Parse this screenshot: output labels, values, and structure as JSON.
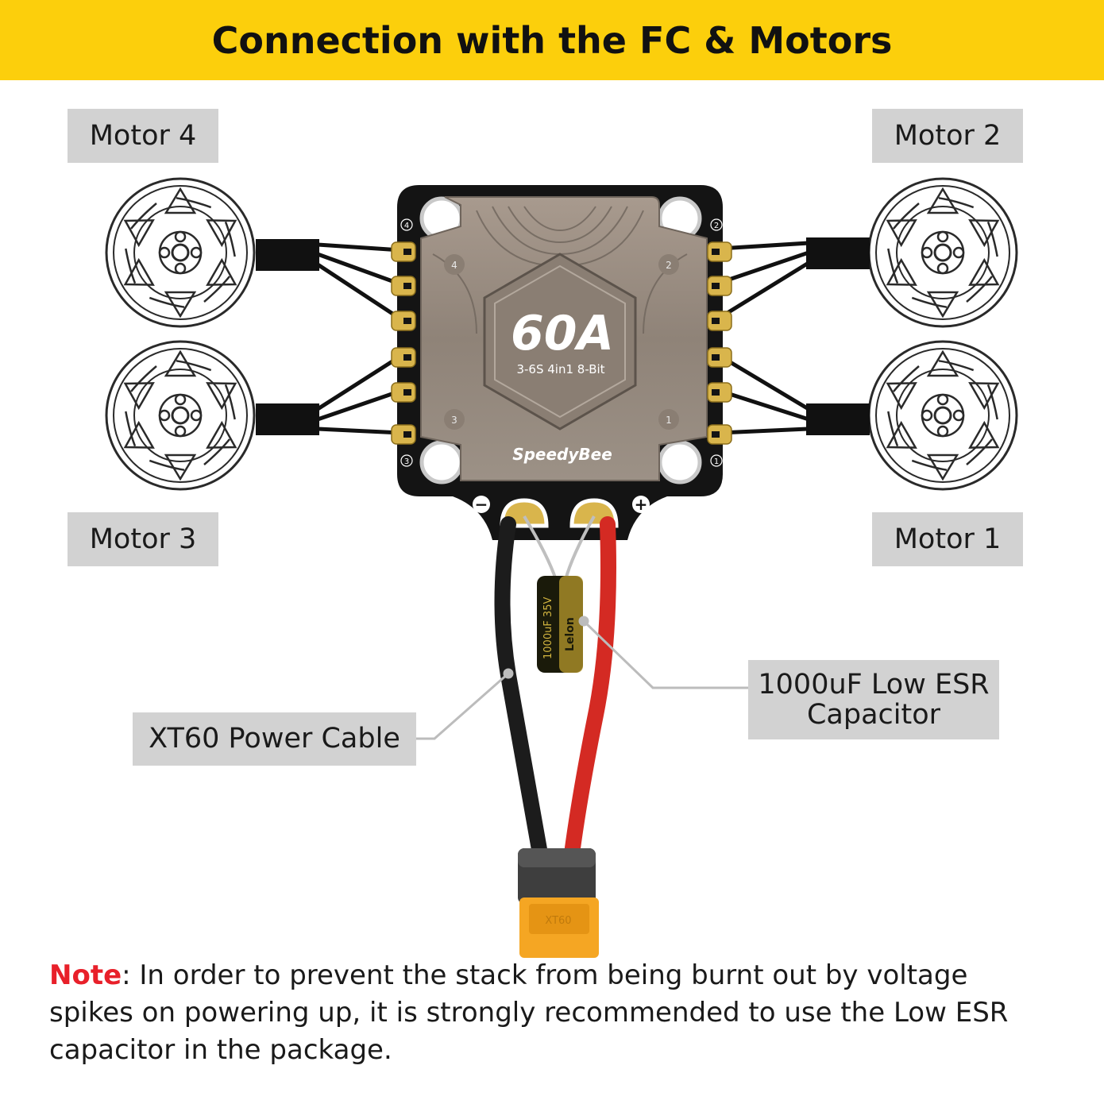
{
  "header": {
    "title": "Connection with the FC & Motors"
  },
  "labels": {
    "motor4": "Motor 4",
    "motor2": "Motor 2",
    "motor3": "Motor 3",
    "motor1": "Motor 1",
    "power_cable": "XT60 Power Cable",
    "capacitor_line1": "1000uF Low ESR",
    "capacitor_line2": "Capacitor"
  },
  "board": {
    "rating": "60A",
    "spec": "3-6S 4in1 8-Bit",
    "brand": "SpeedyBee",
    "corner_numbers": [
      "4",
      "2",
      "3",
      "1"
    ],
    "polarity": {
      "negative": "−",
      "positive": "+"
    }
  },
  "capacitor": {
    "marking_1": "1000uF 35V",
    "marking_2": "Lelon"
  },
  "connector": {
    "marking": "XT60"
  },
  "note": {
    "keyword": "Note",
    "text": ": In order to prevent the stack from being burnt out by voltage spikes on powering up, it is strongly recommended to use the Low ESR capacitor in the package."
  },
  "colors": {
    "header": "#fccf0c",
    "label_bg": "#d2d2d2",
    "note_keyword": "#e8202a",
    "board": "#141414",
    "pad": "#d9b54c",
    "connector": "#f5a623"
  }
}
